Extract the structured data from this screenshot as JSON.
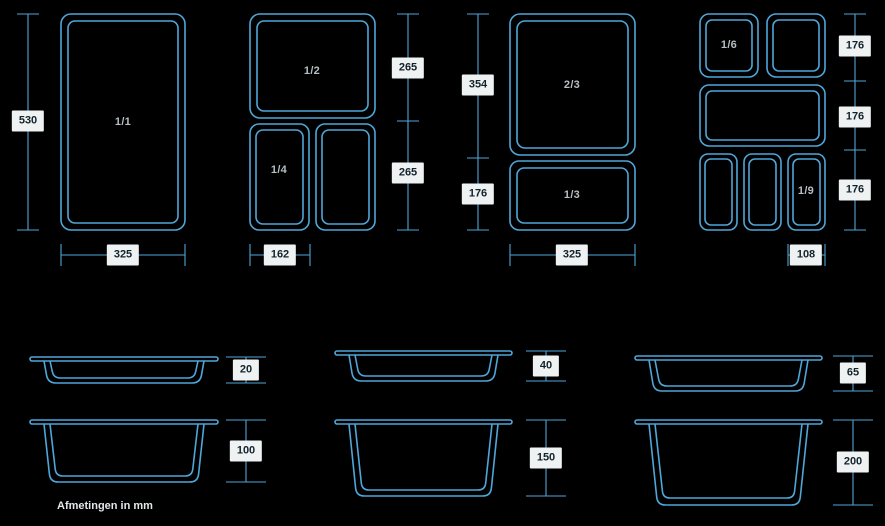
{
  "colors": {
    "bg": "#000000",
    "line": "#4fa6d8",
    "label_bg": "#eef2f3",
    "label_text": "#13222b",
    "pan_label": "#b6bfc4"
  },
  "top_views": {
    "gn11": {
      "pan": "1/1",
      "dim_height": "530",
      "dim_width": "325"
    },
    "gn12": {
      "pan_top": "1/2",
      "pan_bottom": "1/4",
      "dim_top": "265",
      "dim_bottom": "265",
      "dim_width": "162"
    },
    "gn23": {
      "pan_top": "2/3",
      "pan_bottom": "1/3",
      "dim_top": "354",
      "dim_bottom": "176",
      "dim_width": "325"
    },
    "gn16": {
      "pan_top": "1/6",
      "pan_bottom": "1/9",
      "dim_1": "176",
      "dim_2": "176",
      "dim_3": "176",
      "dim_width": "108"
    }
  },
  "side_views": {
    "row1": [
      {
        "depth": "20"
      },
      {
        "depth": "40"
      },
      {
        "depth": "65"
      }
    ],
    "row2": [
      {
        "depth": "100"
      },
      {
        "depth": "150"
      },
      {
        "depth": "200"
      }
    ]
  },
  "note": "Afmetingen in mm"
}
